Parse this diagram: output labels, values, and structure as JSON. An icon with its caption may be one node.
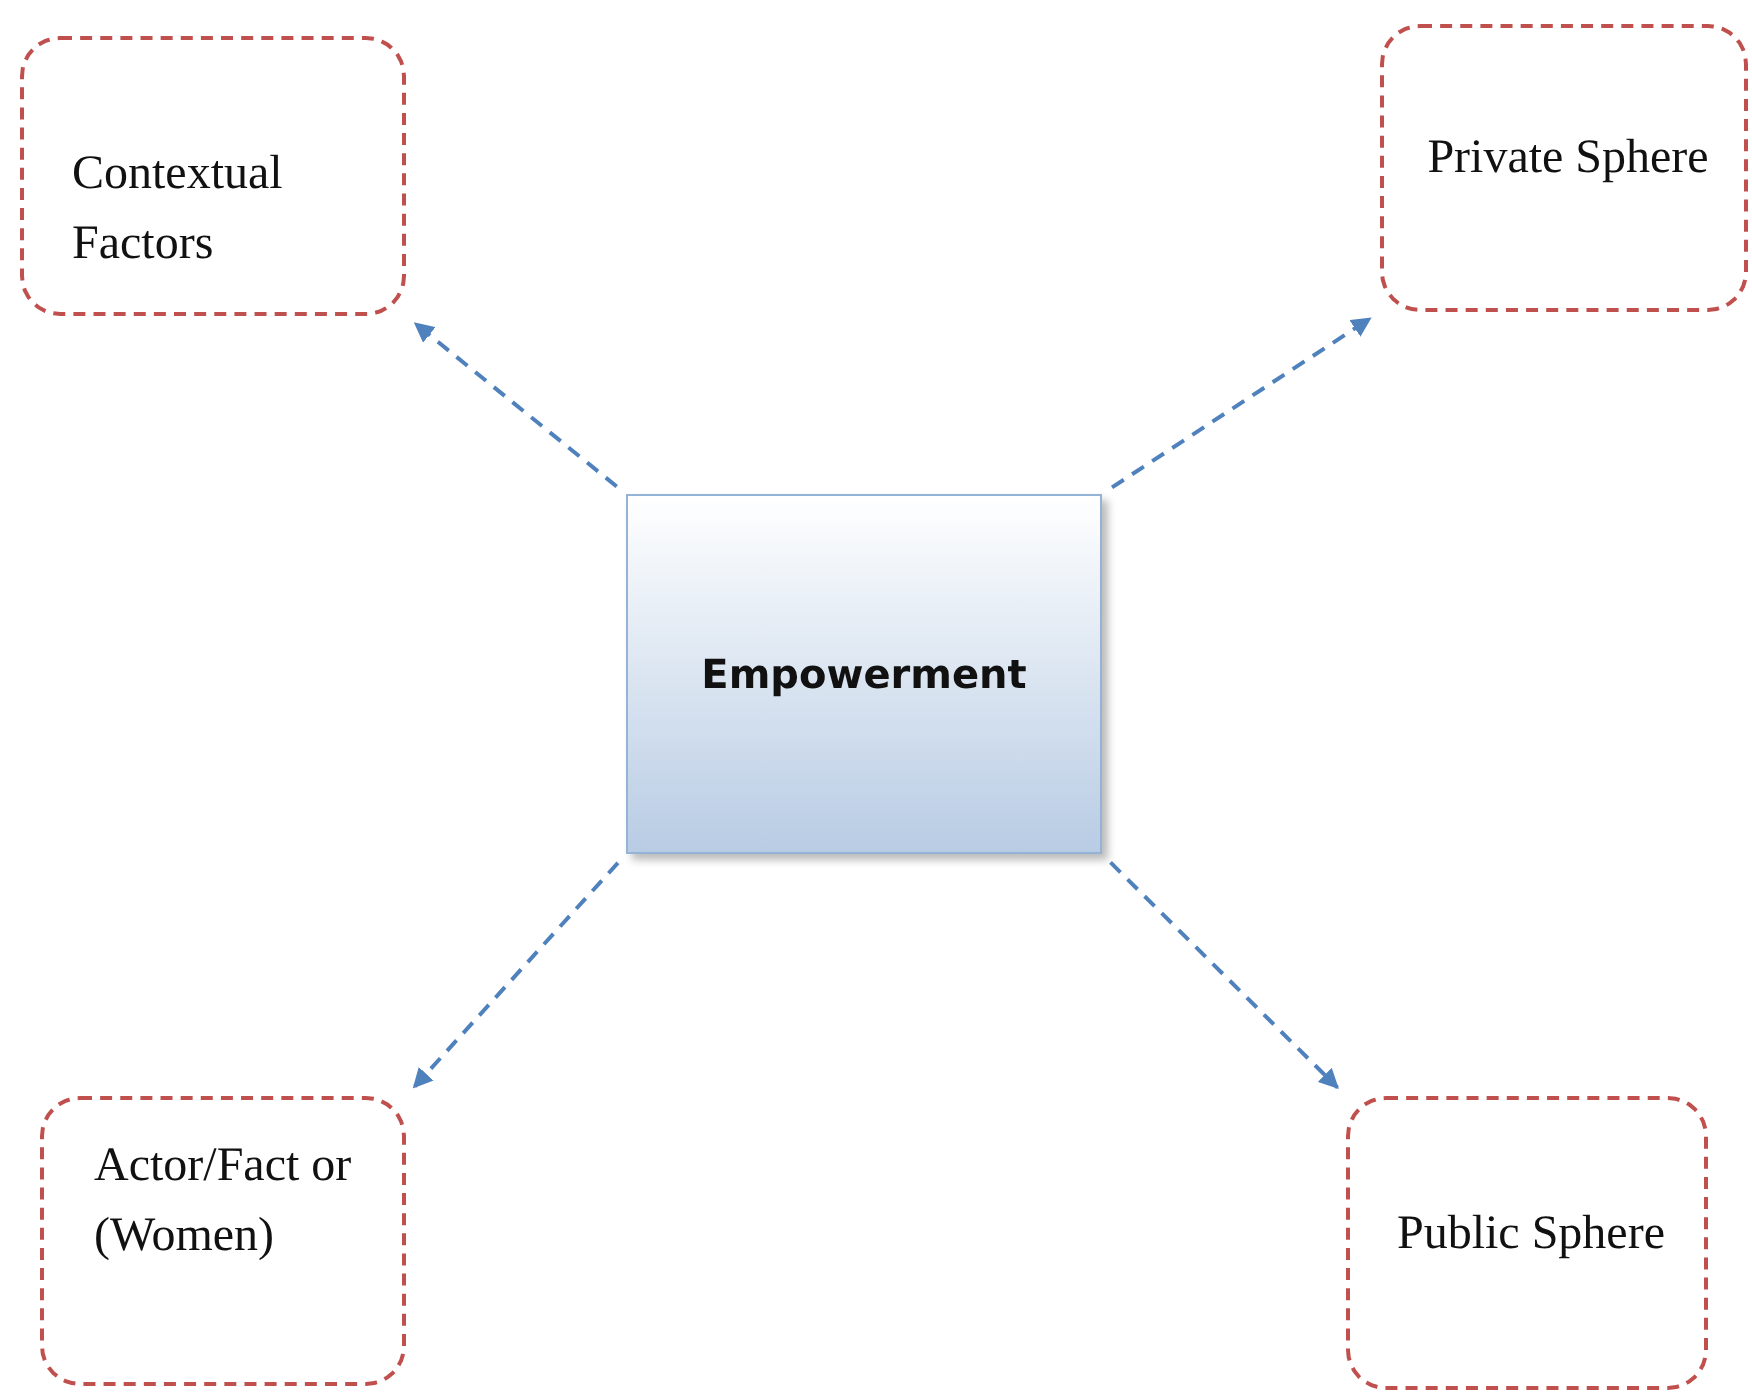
{
  "diagram": {
    "nodes": [
      {
        "text": [
          "Contextual Factors"
        ]
      },
      {
        "text": [
          "Private Sphere"
        ]
      },
      {
        "text": [
          "Empowerment"
        ]
      },
      {
        "text": [
          "Actor/Fact or (Women)"
        ]
      },
      {
        "text": [
          "Public Sphere"
        ]
      }
    ],
    "edges": [
      {
        "from": 2,
        "to": 0,
        "arrow": "to",
        "style": "dashed"
      },
      {
        "from": 2,
        "to": 1,
        "arrow": "to",
        "style": "dashed"
      },
      {
        "from": 2,
        "to": 3,
        "arrow": "to",
        "style": "dashed"
      },
      {
        "from": 2,
        "to": 4,
        "arrow": "to",
        "style": "dashed"
      }
    ]
  }
}
